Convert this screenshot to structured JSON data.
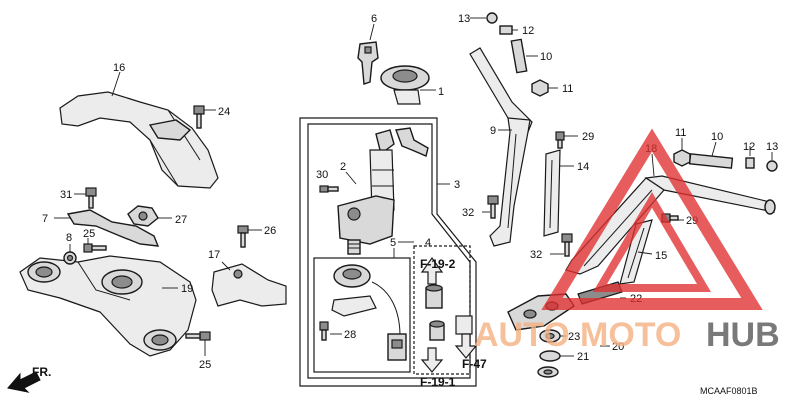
{
  "callouts": {
    "c1": "1",
    "c2": "2",
    "c3": "3",
    "c4": "4",
    "c5": "5",
    "c6": "6",
    "c7": "7",
    "c8": "8",
    "c9": "9",
    "c10a": "10",
    "c10b": "10",
    "c11a": "11",
    "c11b": "11",
    "c12a": "12",
    "c12b": "12",
    "c13a": "13",
    "c13b": "13",
    "c14": "14",
    "c15": "15",
    "c16": "16",
    "c17": "17",
    "c18": "18",
    "c19": "19",
    "c20": "20",
    "c21": "21",
    "c22": "22",
    "c23": "23",
    "c24": "24",
    "c25a": "25",
    "c25b": "25",
    "c26": "26",
    "c27": "27",
    "c28": "28",
    "c29a": "29",
    "c29b": "29",
    "c30": "30",
    "c31": "31",
    "c32a": "32",
    "c32b": "32"
  },
  "references": {
    "f192": "F-19-2",
    "f191": "F-19-1",
    "f47": "F-47"
  },
  "direction": "FR.",
  "diagram_code": "MCAAF0801B",
  "watermark": {
    "text_a": "AUTO",
    "text_b": "MOTO",
    "text_c": "HUB",
    "color_a": "#f5b183",
    "color_b": "#f5b183",
    "color_c": "#6b6b6b",
    "triangle_color": "#e03030"
  }
}
